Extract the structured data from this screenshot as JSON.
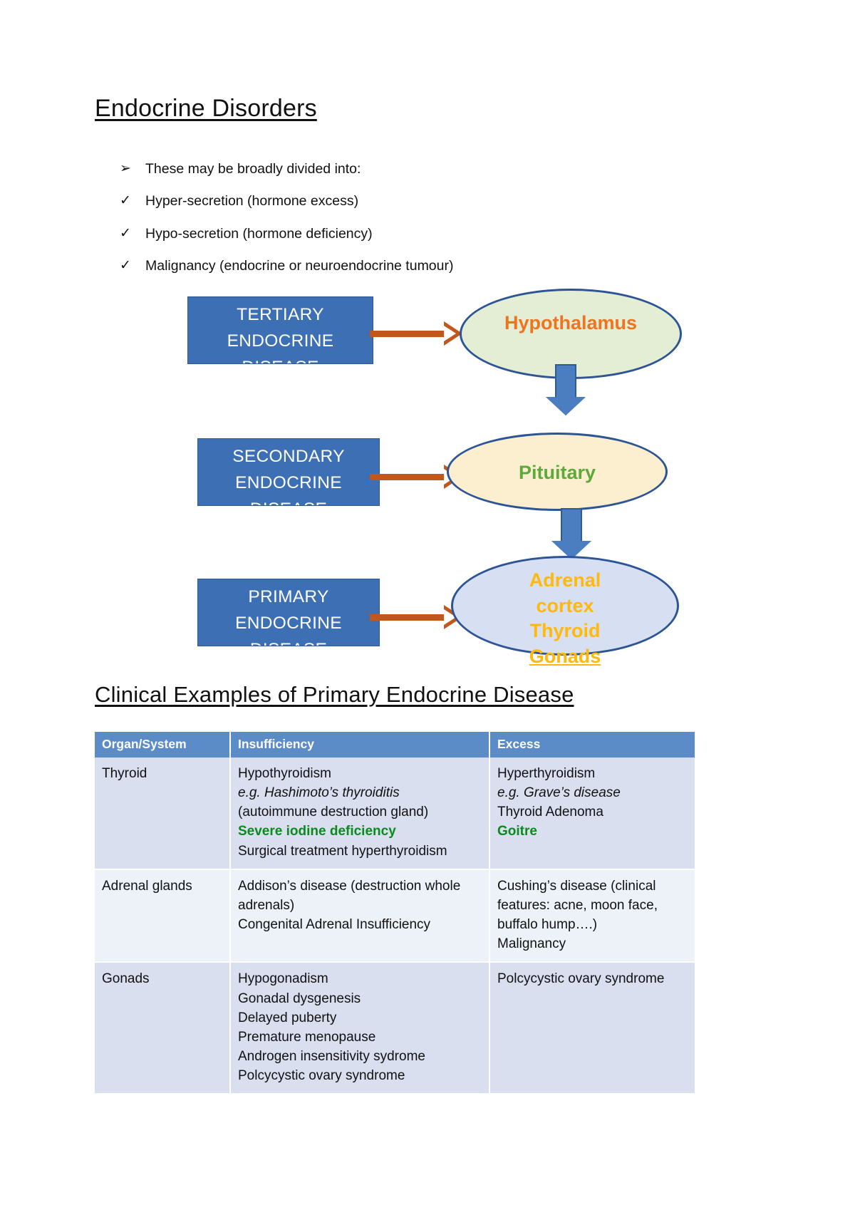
{
  "document": {
    "title": "Endocrine Disorders",
    "section_title": "Clinical Examples of Primary Endocrine Disease"
  },
  "bullets": [
    {
      "marker": "➢",
      "marker_name": "arrow-bullet-icon",
      "text": "These may be broadly divided into:"
    },
    {
      "marker": "✓",
      "marker_name": "check-bullet-icon",
      "text": "Hyper-secretion (hormone excess)"
    },
    {
      "marker": "✓",
      "marker_name": "check-bullet-icon",
      "text": "Hypo-secretion (hormone deficiency)"
    },
    {
      "marker": "✓",
      "marker_name": "check-bullet-icon",
      "text": "Malignancy (endocrine or neuroendocrine tumour)"
    }
  ],
  "diagram": {
    "boxes": {
      "tertiary": "TERTIARY ENDOCRINE DISEASE",
      "secondary": "SECONDARY ENDOCRINE DISEASE",
      "primary": "PRIMARY ENDOCRINE DISEASE"
    },
    "ellipses": {
      "hypothalamus": "Hypothalamus",
      "pituitary": "Pituitary",
      "target_line1": "Adrenal",
      "target_line2": "cortex",
      "target_line3": "Thyroid",
      "target_line4": "Gonads"
    },
    "colors": {
      "box_fill": "#3d6fb5",
      "box_text": "#ffffff",
      "ellipse_border": "#2d5596",
      "hypothalamus_fill": "#e3eed4",
      "hypothalamus_text": "#ee7422",
      "pituitary_fill": "#fcefd0",
      "pituitary_text": "#5ea83c",
      "target_fill": "#d6e0f2",
      "target_text": "#ffb80b",
      "orange_arrow": "#c1571a",
      "blue_arrow": "#4a7ec0"
    }
  },
  "table": {
    "headers": [
      "Organ/System",
      "Insufficiency",
      "Excess"
    ],
    "rows": [
      {
        "organ": "Thyroid",
        "insufficiency": [
          {
            "text": "Hypothyroidism",
            "style": "normal"
          },
          {
            "text": "e.g. Hashimoto’s thyroiditis",
            "style": "italic"
          },
          {
            "text": "(autoimmune destruction gland)",
            "style": "normal"
          },
          {
            "text": "Severe iodine deficiency",
            "style": "green-bold"
          },
          {
            "text": "Surgical treatment hyperthyroidism",
            "style": "normal"
          }
        ],
        "excess": [
          {
            "text": "Hyperthyroidism",
            "style": "normal"
          },
          {
            "text": "e.g. Grave’s disease",
            "style": "italic"
          },
          {
            "text": "Thyroid Adenoma",
            "style": "normal"
          },
          {
            "text": "Goitre",
            "style": "green-bold"
          }
        ]
      },
      {
        "organ": "Adrenal glands",
        "insufficiency": [
          {
            "text": "Addison’s disease (destruction whole adrenals)",
            "style": "normal"
          },
          {
            "text": "Congenital Adrenal Insufficiency",
            "style": "normal"
          }
        ],
        "excess": [
          {
            "text": "Cushing’s disease (clinical features: acne, moon face, buffalo hump….)",
            "style": "normal"
          },
          {
            "text": "Malignancy",
            "style": "normal"
          }
        ]
      },
      {
        "organ": "Gonads",
        "insufficiency": [
          {
            "text": "Hypogonadism",
            "style": "normal"
          },
          {
            "text": "Gonadal dysgenesis",
            "style": "normal"
          },
          {
            "text": "Delayed puberty",
            "style": "normal"
          },
          {
            "text": "Premature menopause",
            "style": "normal"
          },
          {
            "text": "Androgen insensitivity sydrome",
            "style": "normal"
          },
          {
            "text": "Polcycystic ovary syndrome",
            "style": "normal"
          }
        ],
        "excess": [
          {
            "text": "Polcycystic ovary syndrome",
            "style": "normal"
          }
        ]
      }
    ]
  }
}
